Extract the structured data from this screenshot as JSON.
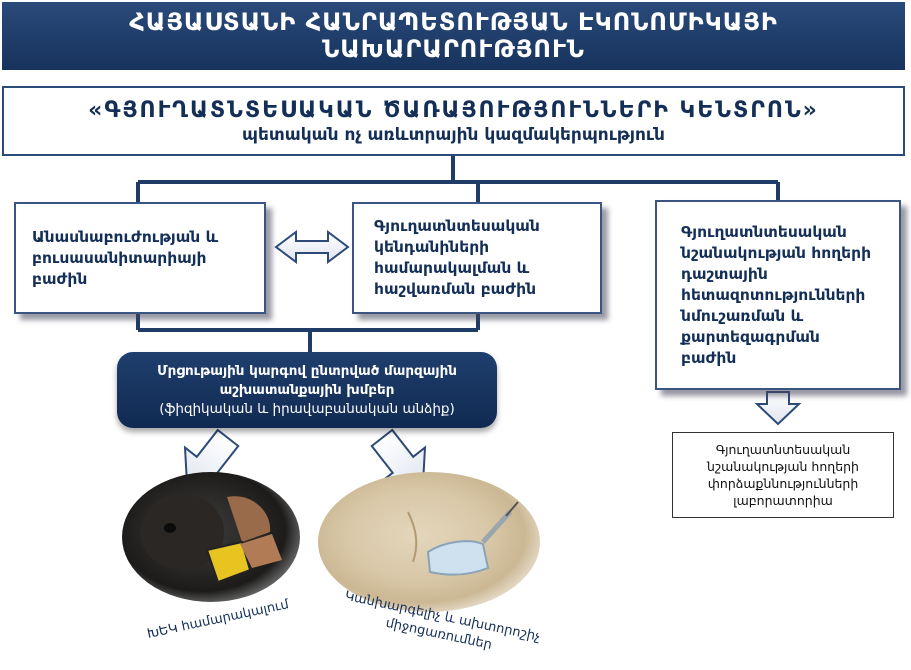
{
  "header": {
    "line1": "ՀԱՅԱՍՏԱՆԻ ՀԱՆՐԱՊԵՏՈՒԹՅԱՆ ԷԿՈՆՈՄԻԿԱՅԻ",
    "line2": "ՆԱԽԱՐԱՐՈՒԹՅՈՒՆ"
  },
  "center": {
    "title": "«ԳՅՈՒՂԱՏՆՏԵՍԱԿԱՆ ԾԱՌԱՅՈՒԹՅՈՒՆՆԵՐԻ ԿԵՆՏՐՈՆ»",
    "subtitle": "պետական ոչ առևտրային կազմակերպություն"
  },
  "dept1": {
    "line1": "Անասնաբուժության և",
    "line2": "բուսասանիտարիայի",
    "line3": "բաժին"
  },
  "dept2": {
    "line1": "Գյուղատնտեսական",
    "line2": "կենդանիների",
    "line3": "համարակալման և",
    "line4": "հաշվառման բաժին"
  },
  "dept3": {
    "line1": "Գյուղատնտեսական",
    "line2": "նշանակության հողերի",
    "line3": "դաշտային",
    "line4": "հետազոտությունների",
    "line5": "նմուշառման և",
    "line6": "քարտեզագրման",
    "line7": "բաժին"
  },
  "groups": {
    "line1": "Մրցութային կարգով ընտրված մարզային",
    "line2": "աշխատանքային խմբեր",
    "line3": "(ֆիզիկական և իրավաբանական անձիք)"
  },
  "lab": {
    "line1": "Գյուղատնտեսական",
    "line2": "նշանակության հողերի",
    "line3": "փորձաքննությունների",
    "line4": "լաբորատորիա"
  },
  "captions": {
    "photo1": "ԽԵԿ համարակալում",
    "photo2_line1": "Կանխարգելիչ և ախտորոշիչ",
    "photo2_line2": "միջոցառումներ"
  },
  "colors": {
    "navy": "#17335d",
    "border": "#2b4b7a"
  }
}
